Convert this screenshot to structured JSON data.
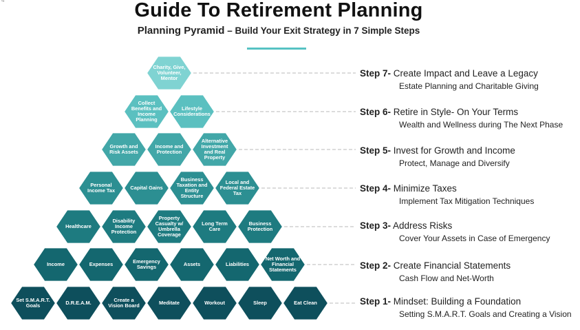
{
  "header": {
    "title": "Guide To Retirement Planning",
    "subtitle_bold": "Planning Pyramid",
    "subtitle_rest": " –  Build Your Exit Strategy in 7 Simple Steps",
    "corner_mark": "4"
  },
  "colors": {
    "row1": "#0e4f5c",
    "row2": "#14676f",
    "row3": "#1e7b80",
    "row4": "#2c8f92",
    "row5": "#42a7a8",
    "row6": "#5bc0c0",
    "row7": "#7fd3d2",
    "connector": "#c8c8c8",
    "accent": "#56c2c3"
  },
  "rows": [
    {
      "level": 7,
      "hexagons": [
        "Charity, Give, Volunteer, Mentor"
      ]
    },
    {
      "level": 6,
      "hexagons": [
        "Collect Benefits and Income Planning",
        "Lifestyle Considerations"
      ]
    },
    {
      "level": 5,
      "hexagons": [
        "Growth and Risk Assets",
        "Income and Protection",
        "Alternative Investment and Real Property"
      ]
    },
    {
      "level": 4,
      "hexagons": [
        "Personal Income Tax",
        "Capital Gains",
        "Business Taxation and Entity Structure",
        "Local and Federal Estate Tax"
      ]
    },
    {
      "level": 3,
      "hexagons": [
        "Healthcare",
        "Disability Income Protection",
        "Property Casualty w/ Umbrella Coverage",
        "Long Term Care",
        "Business Protection"
      ]
    },
    {
      "level": 2,
      "hexagons": [
        "Income",
        "Expenses",
        "Emergency Savings",
        "Assets",
        "Liabilities",
        "Net Worth and Financial Statements"
      ]
    },
    {
      "level": 1,
      "hexagons": [
        "Set S.M.A.R.T. Goals",
        "D.R.E.A.M.",
        "Create a Vision Board",
        "Meditate",
        "Workout",
        "Sleep",
        "Eat Clean"
      ]
    }
  ],
  "steps": [
    {
      "num": "Step 7-",
      "title": " Create Impact and Leave a Legacy",
      "desc": "Estate Planning and Charitable Giving"
    },
    {
      "num": "Step 6-",
      "title": " Retire in Style- On Your Terms",
      "desc": "Wealth and Wellness during The Next Phase"
    },
    {
      "num": "Step 5-",
      "title": " Invest for Growth and Income",
      "desc": "Protect, Manage and Diversify"
    },
    {
      "num": "Step 4-",
      "title": " Minimize Taxes",
      "desc": "Implement Tax Mitigation Techniques"
    },
    {
      "num": "Step 3-",
      "title": " Address Risks",
      "desc": "Cover Your Assets in Case of Emergency"
    },
    {
      "num": "Step 2-",
      "title": " Create Financial Statements",
      "desc": "Cash Flow and Net-Worth"
    },
    {
      "num": "Step 1-",
      "title": " Mindset: Building a Foundation",
      "desc": "Setting S.M.A.R.T. Goals and Creating a Vision"
    }
  ]
}
